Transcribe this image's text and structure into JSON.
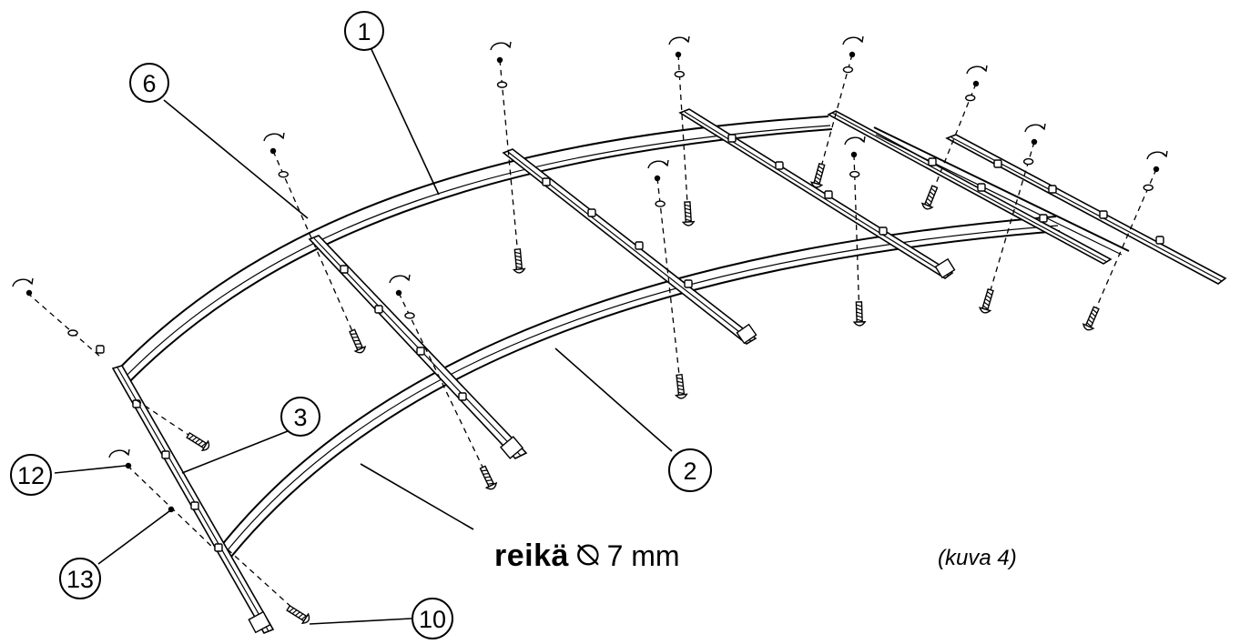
{
  "callouts": [
    {
      "id": "1",
      "label": "1"
    },
    {
      "id": "2",
      "label": "2"
    },
    {
      "id": "3",
      "label": "3"
    },
    {
      "id": "6",
      "label": "6"
    },
    {
      "id": "10",
      "label": "10"
    },
    {
      "id": "12",
      "label": "12"
    },
    {
      "id": "13",
      "label": "13"
    }
  ],
  "hole_note": {
    "word": "reikä",
    "diameter_symbol": "⦰",
    "size": "7 mm"
  },
  "caption": "(kuva 4)",
  "icons": {
    "bolt": "bolt-icon",
    "washer": "washer-icon",
    "nut": "nut-icon",
    "rotate": "rotate-arrow-icon",
    "cap": "end-cap-icon"
  },
  "colors": {
    "line": "#000000",
    "background": "#ffffff"
  }
}
